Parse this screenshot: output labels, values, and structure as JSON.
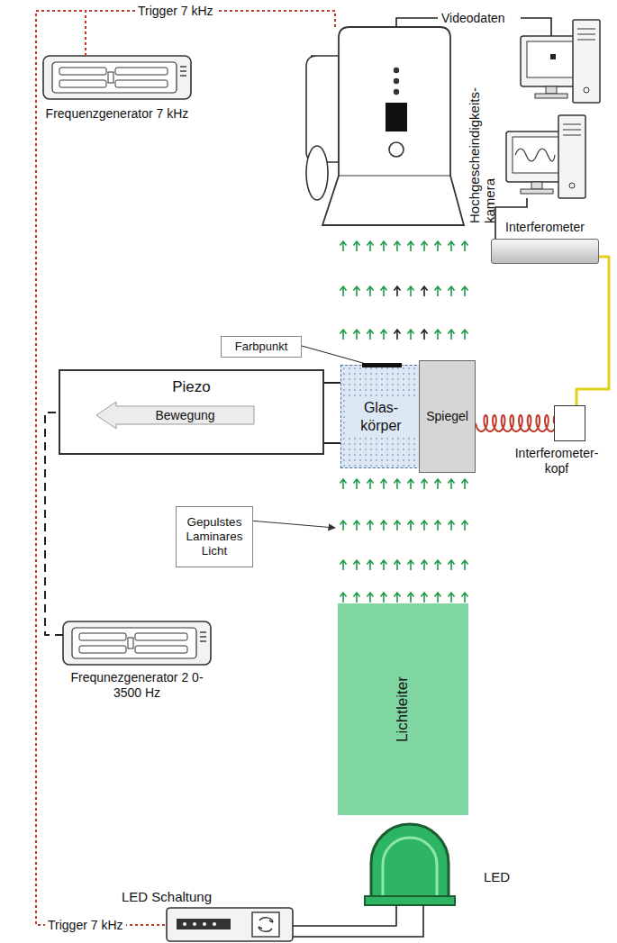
{
  "diagram": {
    "nodes": [
      {
        "text": [
          "Frequenzgenerator 7 kHz"
        ]
      },
      {
        "text": [
          "Hochgescheindigkeits- kamera"
        ]
      },
      {
        "text": [
          "Interferometer"
        ]
      },
      {
        "text": [
          "Farbpunkt"
        ]
      },
      {
        "text": [
          "Piezo"
        ]
      },
      {
        "text": [
          "Bewegung"
        ],
        "in": 4
      },
      {
        "text": [
          "Glas- körper"
        ]
      },
      {
        "text": [
          "Spiegel"
        ]
      },
      {
        "text": [
          "Interferometer- kopf"
        ]
      },
      {
        "text": [
          "Gepulstes Laminares Licht"
        ]
      },
      {
        "text": [
          "Frequnezgenerator 2 0-3500 Hz"
        ]
      },
      {
        "text": [
          "Lichtleiter"
        ]
      },
      {
        "text": [
          "LED"
        ]
      },
      {
        "text": [
          "LED Schaltung"
        ]
      }
    ],
    "edges": [
      {
        "from": 0,
        "to": 1,
        "arrow": "none"
      },
      {
        "from": 0,
        "to": 13,
        "arrow": "none"
      },
      {
        "from": 2,
        "to": 8,
        "arrow": "none"
      },
      {
        "from": 3,
        "to": 6,
        "arrow": "none"
      },
      {
        "from": 4,
        "to": 6,
        "arrow": "none"
      },
      {
        "from": 7,
        "to": 8,
        "arrow": "none"
      },
      {
        "from": 10,
        "to": 4,
        "arrow": "none"
      },
      {
        "from": 12,
        "to": 13,
        "arrow": "none"
      }
    ],
    "labels": [
      "Trigger 7 kHz",
      "Videodaten",
      "Trigger 7 kHz"
    ]
  }
}
